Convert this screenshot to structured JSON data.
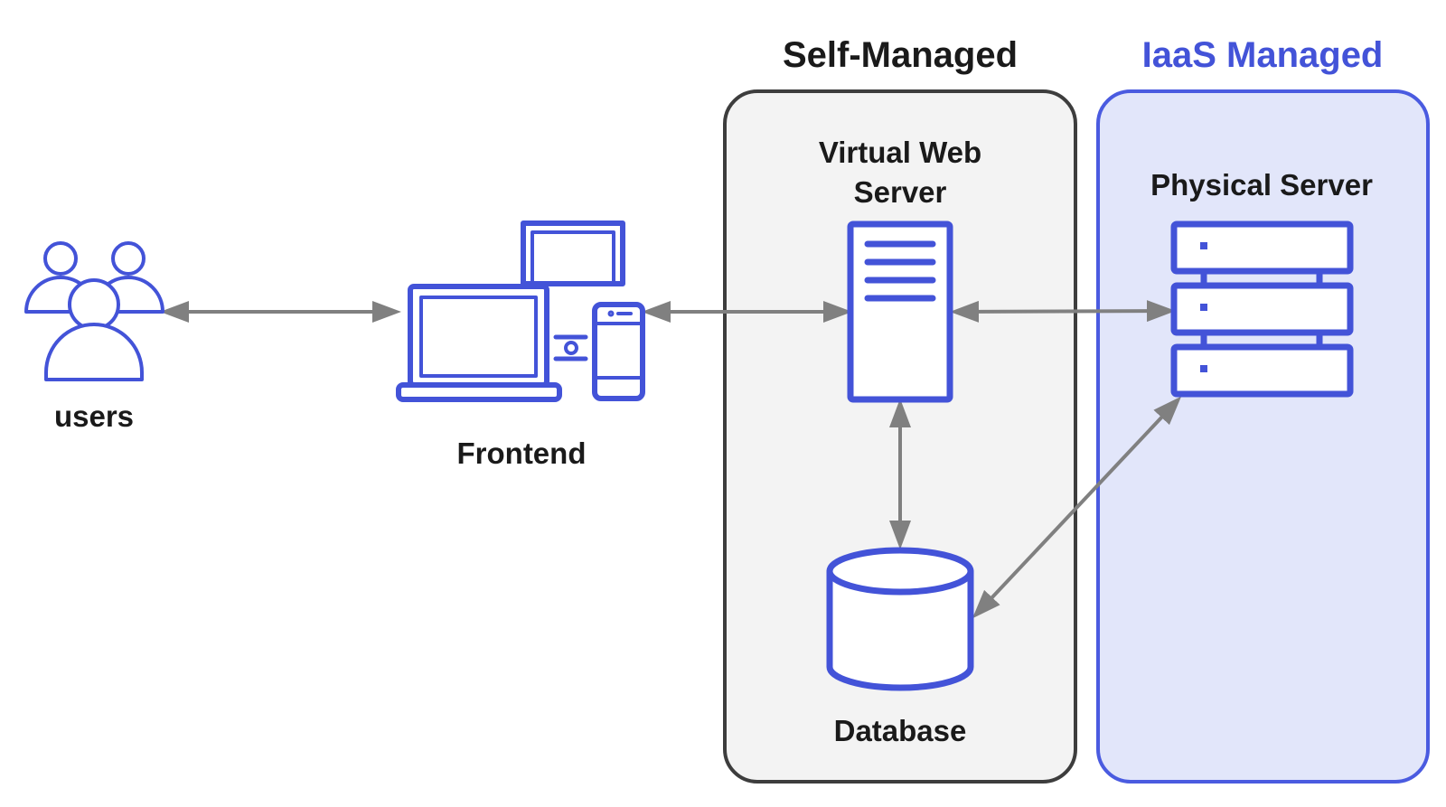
{
  "colors": {
    "icon": "#4353d8",
    "iaas_title": "#4353d8",
    "self_managed_fill": "#f3f3f3",
    "self_managed_border": "#3d3d3d",
    "iaas_fill": "#e2e6fa",
    "iaas_border": "#4a5be0",
    "connector": "#808080",
    "text": "#1a1a1a"
  },
  "groups": {
    "self_managed": {
      "title": "Self-Managed"
    },
    "iaas": {
      "title": "IaaS Managed"
    }
  },
  "nodes": {
    "users": {
      "label": "users",
      "icon": "users-group-icon"
    },
    "frontend": {
      "label": "Frontend",
      "icon": "devices-icon"
    },
    "web_server": {
      "label_line1": "Virtual Web",
      "label_line2": "Server",
      "icon": "server-document-icon"
    },
    "database": {
      "label": "Database",
      "icon": "database-cylinder-icon"
    },
    "physical_server": {
      "label": "Physical Server",
      "icon": "server-rack-icon"
    }
  },
  "connections": [
    {
      "from": "users",
      "to": "frontend",
      "bidirectional": true
    },
    {
      "from": "frontend",
      "to": "web_server",
      "bidirectional": true
    },
    {
      "from": "web_server",
      "to": "physical_server",
      "bidirectional": true
    },
    {
      "from": "web_server",
      "to": "database",
      "bidirectional": true
    },
    {
      "from": "database",
      "to": "physical_server",
      "bidirectional": true
    }
  ]
}
